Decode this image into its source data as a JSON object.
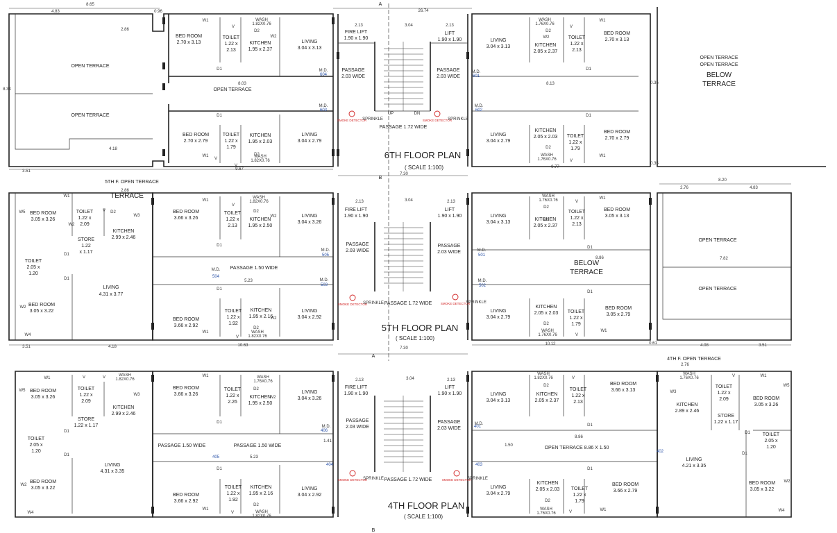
{
  "floors": [
    {
      "id": "6th",
      "title": "6TH  FLOOR PLAN",
      "scale": "( SCALE  1:100)",
      "labels": [
        "OPEN TERRACE",
        "OPEN TERRACE",
        "BED ROOM",
        "2.70 x 3.13",
        "TOILET",
        "1.22 x",
        "2.13",
        "KITCHEN",
        "1.95 x 2.37",
        "LIVING",
        "3.04 x 3.13",
        "FIRE LIFT",
        "1.90 x 1.90",
        "LIFT",
        "1.90 x 1.90",
        "LIVING",
        "3.04 x 3.13",
        "KITCHEN",
        "2.05 x 2.37",
        "TOILET",
        "1.22 x",
        "2.13",
        "BED ROOM",
        "2.70 x 3.13",
        "BELOW",
        "TERRACE",
        "PASSAGE",
        "2.03 WIDE",
        "PASSAGE",
        "2.03 WIDE",
        "OPEN TERRACE",
        "BED ROOM",
        "2.70 x 2.79",
        "TOILET",
        "1.22 x",
        "1.79",
        "KITCHEN",
        "1.95 x 2.03",
        "LIVING",
        "3.04 x 2.79",
        "PASSAGE 1.72 WIDE",
        "LIVING",
        "3.04 x 2.79",
        "KITCHEN",
        "2.05 x 2.03",
        "TOILET",
        "1.22 x",
        "1.79",
        "BED ROOM",
        "2.70 x 2.79",
        "OPEN TERRACE",
        "OPEN TERRACE"
      ],
      "dims": [
        "4.83",
        "8.65",
        "26.74",
        "0.96",
        "2.86",
        "8.34",
        "2.13",
        "3.04",
        "2.13",
        "8.03",
        "8.13",
        "4.18",
        "3.51",
        "9.67",
        "7.30",
        "0.77",
        "0.35",
        "0.35"
      ],
      "tags": [
        "604",
        "603",
        "601",
        "602"
      ]
    },
    {
      "id": "5th",
      "title": "5TH  FLOOR PLAN",
      "scale": "( SCALE  1:100)",
      "labels": [
        "5TH F. OPEN TERRACE",
        "TERRACE",
        "BED ROOM",
        "3.05 x 3.26",
        "TOILET",
        "1.22 x",
        "2.09",
        "STORE",
        "1.22",
        "x 1.17",
        "KITCHEN",
        "2.99 x 2.46",
        "BED ROOM",
        "3.66 x 3.26",
        "TOILET",
        "1.22 x",
        "2.13",
        "KITCHEN",
        "1.95 x 2.50",
        "LIVING",
        "3.04 x 3.26",
        "FIRE LIFT",
        "1.90 x 1.90",
        "LIFT",
        "1.90 x 1.90",
        "LIVING",
        "3.04 x 3.13",
        "KITCHEN",
        "2.05 x 2.37",
        "TOILET",
        "1.22 x",
        "2.13",
        "BED ROOM",
        "3.05 x 3.13",
        "OPEN TERRACE",
        "TOILET",
        "2.05 x",
        "1.20",
        "PASSAGE 1.50 WIDE",
        "PASSAGE",
        "2.03 WIDE",
        "PASSAGE",
        "2.03 WIDE",
        "BELOW",
        "TERRACE",
        "LIVING",
        "4.31 x 3.77",
        "OPEN TERRACE",
        "BED ROOM",
        "3.05 x 3.22",
        "BED ROOM",
        "3.66 x 2.92",
        "TOILET",
        "1.22 x",
        "1.92",
        "KITCHEN",
        "1.95 x 2.16",
        "LIVING",
        "3.04 x 2.92",
        "PASSAGE 1.72 WIDE",
        "LIVING",
        "3.04 x 2.79",
        "KITCHEN",
        "2.05 x 2.03",
        "TOILET",
        "1.22 x",
        "1.79",
        "BED ROOM",
        "3.05 x 2.79"
      ],
      "dims": [
        "2.86",
        "2.13",
        "3.04",
        "2.13",
        "2.76",
        "8.20",
        "4.83",
        "5.23",
        "7.82",
        "8.86",
        "3.51",
        "4.18",
        "10.63",
        "7.30",
        "10.12",
        "0.61",
        "4.08",
        "3.51"
      ],
      "tags": [
        "505",
        "504",
        "503",
        "501",
        "502"
      ]
    },
    {
      "id": "4th",
      "title": "4TH FLOOR PLAN",
      "scale": "( SCALE  1:100)",
      "labels": [
        "BED ROOM",
        "3.05 x 3.26",
        "TOILET",
        "1.22 x",
        "2.09",
        "STORE",
        "1.22 x 1.17",
        "KITCHEN",
        "2.99 x 2.46",
        "BED ROOM",
        "3.66 x 3.26",
        "TOILET",
        "1.22 x",
        "2.26",
        "KITCHEN",
        "1.95 x 2.50",
        "LIVING",
        "3.04 x 3.26",
        "FIRE LIFT",
        "1.90 x 1.90",
        "LIFT",
        "1.90 x 1.90",
        "LIVING",
        "3.04 x 3.13",
        "KITCHEN",
        "2.05 x 2.37",
        "TOILET",
        "1.22 x",
        "2.13",
        "BED ROOM",
        "3.66 x 3.13",
        "4TH F. OPEN TERRACE",
        "KITCHEN",
        "2.89 x 2.46",
        "TOILET",
        "1.22 x",
        "2.09",
        "BED ROOM",
        "3.05 x 3.26",
        "STORE",
        "1.22 x 1.17",
        "TOILET",
        "2.05 x",
        "1.20",
        "PASSAGE 1.50 WIDE",
        "PASSAGE 1.50 WIDE",
        "PASSAGE",
        "2.03 WIDE",
        "PASSAGE",
        "2.03 WIDE",
        "OPEN TERRACE 8.86 X 1.50",
        "TOILET",
        "2.05 x",
        "1.20",
        "LIVING",
        "4.31 x 3.35",
        "LIVING",
        "4.21 x 3.35",
        "BED ROOM",
        "3.05 x 3.22",
        "BED ROOM",
        "3.66 x 2.92",
        "TOILET",
        "1.22 x",
        "1.92",
        "KITCHEN",
        "1.95 x 2.16",
        "LIVING",
        "3.04 x 2.92",
        "PASSAGE 1.72 WIDE",
        "LIVING",
        "3.04 x 2.79",
        "KITCHEN",
        "2.05 x 2.03",
        "TOILET",
        "1.22 x",
        "1.79",
        "BED ROOM",
        "3.66 x 2.79",
        "BED ROOM",
        "3.05 x 3.22"
      ],
      "dims": [
        "2.13",
        "3.04",
        "2.13",
        "2.76",
        "5.23",
        "8.86",
        "1.50",
        "1.41"
      ],
      "tags": [
        "405",
        "406",
        "404",
        "401",
        "403",
        "402"
      ]
    }
  ],
  "section_marker": "A",
  "section_marker_b": "B",
  "legend": {
    "smoke_detector": "SMOKE DETECTOR",
    "sprinkle": "SPRINKLE",
    "md": "M.D.",
    "up": "UP",
    "dn": "DN",
    "wash": "WASH",
    "wash_size_a": "1.82X0.76",
    "wash_size_b": "1.76X0.76",
    "door_d1": "D1",
    "door_d2": "D2",
    "window_w1": "W1",
    "window_w2": "W2",
    "window_w3": "W3",
    "window_w4": "W4",
    "window_w5": "W5",
    "vent_v": "V"
  },
  "colors": {
    "ink": "#222222",
    "tag_blue": "#2a52a8",
    "detector_red": "#d02020",
    "paper": "#ffffff"
  }
}
